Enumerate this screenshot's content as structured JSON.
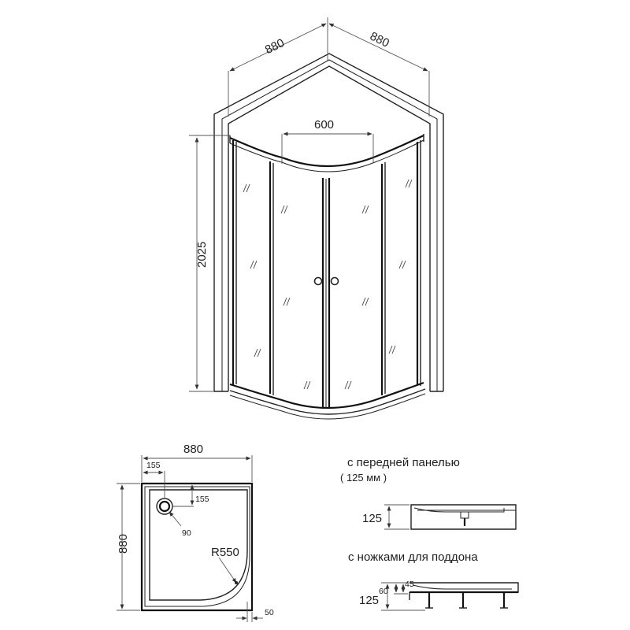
{
  "front_view": {
    "width_left": "880",
    "width_right": "880",
    "door_width": "600",
    "height": "2025"
  },
  "tray_plan": {
    "width": "880",
    "depth": "880",
    "drain_offset_x": "155",
    "drain_offset_y": "155",
    "drain_diameter": "90",
    "radius": "R550",
    "rim": "50"
  },
  "tray_front_panel": {
    "caption": "с передней панелью",
    "note": "( 125 мм )",
    "height": "125"
  },
  "tray_legs": {
    "caption": "с ножками для поддона",
    "height_total": "125",
    "height_body": "60",
    "height_rim": "45"
  }
}
